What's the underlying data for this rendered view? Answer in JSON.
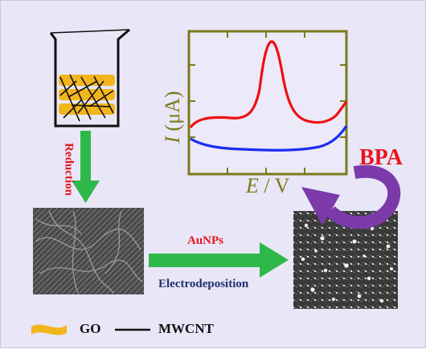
{
  "labels": {
    "reduction": "Reduction",
    "aunps": "AuNPs",
    "electrodeposition": "Electrodeposition",
    "bpa": "BPA",
    "y_axis_I": "I",
    "y_axis_unit": " (μA)",
    "x_axis_E": "E",
    "x_axis_unit": " / V"
  },
  "legend": {
    "go_label": "GO",
    "mwcnt_label": "MWCNT"
  },
  "colors": {
    "background": "#e9e6f7",
    "olive": "#7a7a1a",
    "red_text": "#e8151c",
    "navy_text": "#1d2f6b",
    "green_arrow": "#2fb84a",
    "purple_arrow": "#7c3aa9",
    "go_yellow": "#f2b51c",
    "red_curve": "#ee1111",
    "blue_curve": "#1a2ef0"
  }
}
